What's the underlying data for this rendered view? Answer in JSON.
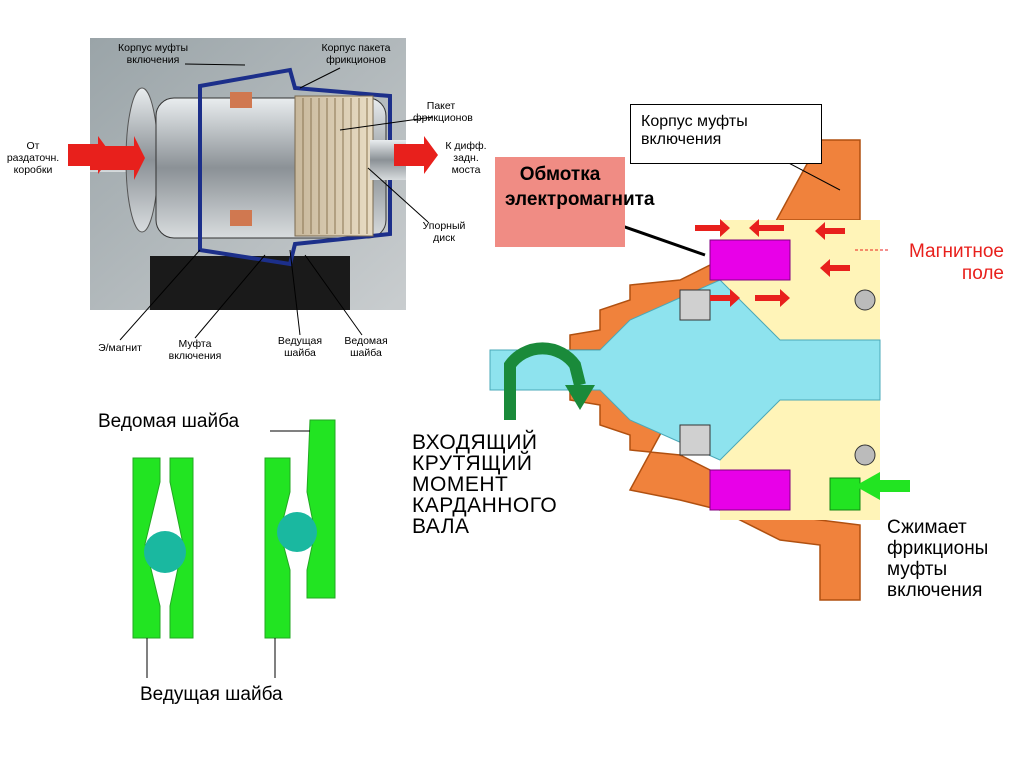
{
  "photo": {
    "label_clutch_housing": "Корпус муфты включения",
    "label_pack_housing": "Корпус пакета фрикционов",
    "label_friction_pack": "Пакет фрикционов",
    "label_from_transfer": "От раздаточн. коробки",
    "label_to_diff": "К дифф. задн. моста",
    "label_thrust_disc": "Упорный диск",
    "label_electromagnet": "Э/магнит",
    "label_clutch": "Муфта включения",
    "label_driving_washer": "Ведущая шайба",
    "label_driven_washer": "Ведомая шайба"
  },
  "washers": {
    "label_driven": "Ведомая шайба",
    "label_driving": "Ведущая шайба"
  },
  "section": {
    "label_housing": "Корпус муфты включения",
    "label_coil": "Обмотка электромагнита",
    "label_magnetic_field": "Магнитное поле",
    "label_input_torque": "ВХОДЯЩИЙ КРУТЯЩИЙ МОМЕНТ КАРДАННОГО ВАЛА",
    "label_compresses": "Сжимает фрикционы муфты включения"
  },
  "colors": {
    "housing_orange": "#f0823c",
    "shaft_cyan": "#8ee3ee",
    "coil_magenta": "#e800e8",
    "arrow_red": "#e8201c",
    "washer_green": "#22e422",
    "ball_teal": "#1ab8a0",
    "inner_yellow": "#fff4b8",
    "label_red_box": "#f08c84"
  }
}
